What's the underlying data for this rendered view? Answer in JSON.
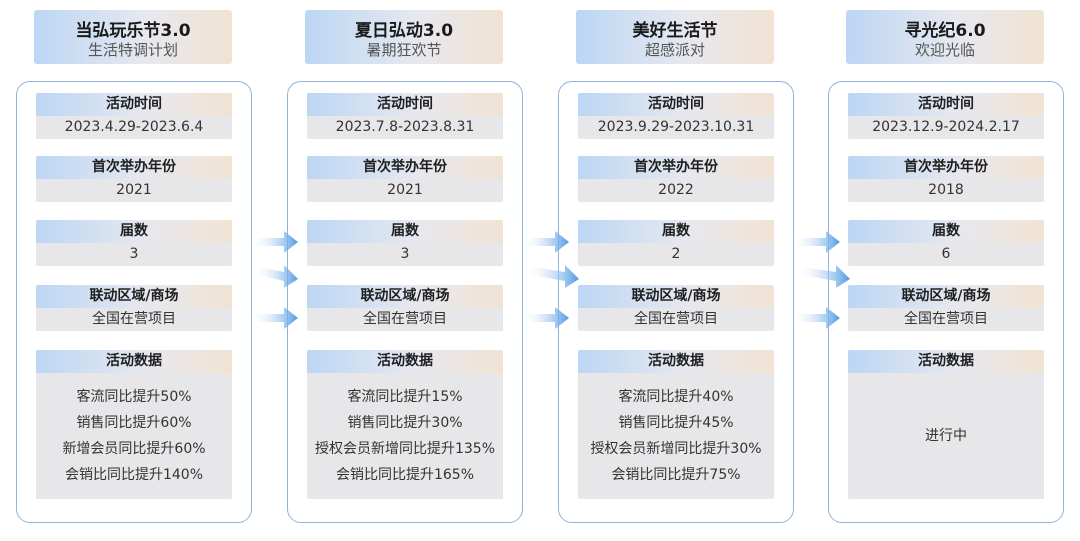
{
  "labels": {
    "time": "活动时间",
    "year": "首次举办年份",
    "count": "届数",
    "area": "联动区域/商场",
    "data": "活动数据"
  },
  "columns": [
    {
      "title": "当弘玩乐节3.0",
      "subtitle": "生活特调计划",
      "time": "2023.4.29-2023.6.4",
      "year": "2021",
      "count": "3",
      "area": "全国在营项目",
      "data": [
        "客流同比提升50%",
        "销售同比提升60%",
        "新增会员同比提升60%",
        "会销比同比提升140%"
      ]
    },
    {
      "title": "夏日弘动3.0",
      "subtitle": "暑期狂欢节",
      "time": "2023.7.8-2023.8.31",
      "year": "2021",
      "count": "3",
      "area": "全国在营项目",
      "data": [
        "客流同比提升15%",
        "销售同比提升30%",
        "授权会员新增同比提升135%",
        "会销比同比提升165%"
      ]
    },
    {
      "title": "美好生活节",
      "subtitle": "超感派对",
      "time": "2023.9.29-2023.10.31",
      "year": "2022",
      "count": "2",
      "area": "全国在营项目",
      "data": [
        "客流同比提升40%",
        "销售同比提升45%",
        "授权会员新增同比提升30%",
        "会销比同比提升75%"
      ]
    },
    {
      "title": "寻光纪6.0",
      "subtitle": "欢迎光临",
      "time": "2023.12.9-2024.2.17",
      "year": "2018",
      "count": "6",
      "area": "全国在营项目",
      "data": [
        "进行中"
      ]
    }
  ],
  "colors": {
    "accent_blue": "#bcd6f4",
    "accent_peach": "#f1e3d3",
    "card_border": "#8fb3dd",
    "value_bg": "#e7e7ea",
    "arrow": "#5aa0e6"
  }
}
